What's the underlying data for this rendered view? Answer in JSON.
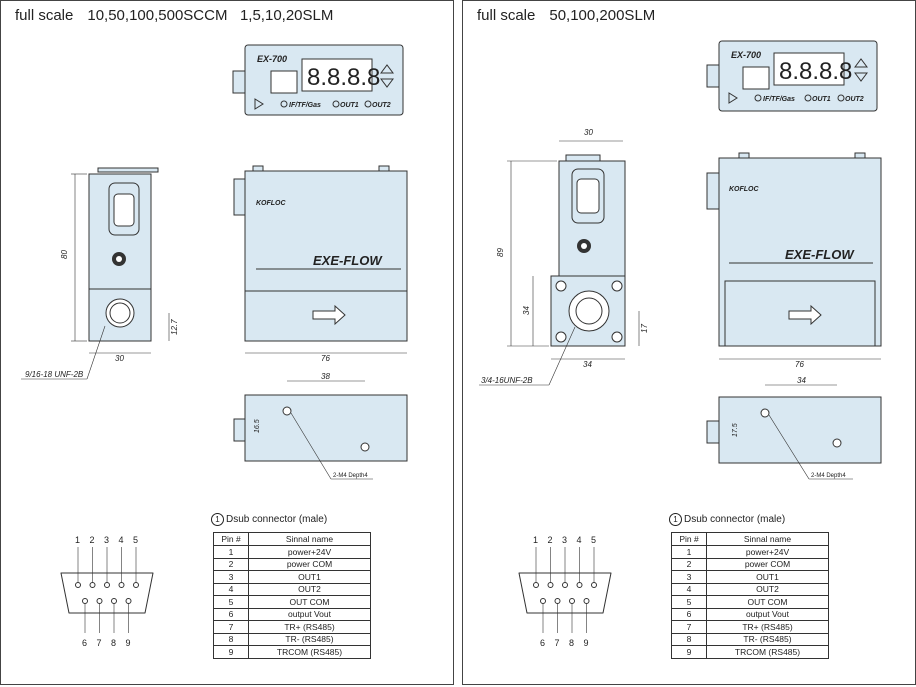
{
  "panels": [
    {
      "label": "full scale",
      "ranges": "10,50,100,500SCCM   1,5,10,20SLM",
      "display": {
        "model": "EX-700",
        "digits": "8.8.8.8",
        "buttons": "IF/TF/Gas",
        "out1": "OUT1",
        "out2": "OUT2"
      },
      "product": "EXE-FLOW",
      "brand": "KOFLOC",
      "dims": {
        "height": "80",
        "width": "30",
        "port_offset": "12.7",
        "length": "76",
        "hole_spacing": "38",
        "hole_offset": "16.5",
        "thread": "9/16-18 UNF-2B",
        "depth": "2-M4 Depth4"
      }
    },
    {
      "label": "full scale",
      "ranges": "50,100,200SLM",
      "display": {
        "model": "EX-700",
        "digits": "8.8.8.8",
        "buttons": "IF/TF/Gas",
        "out1": "OUT1",
        "out2": "OUT2"
      },
      "product": "EXE-FLOW",
      "brand": "KOFLOC",
      "dims": {
        "height": "89",
        "width": "30",
        "flange": "34",
        "flange_w": "34",
        "port_offset": "17",
        "length": "76",
        "hole_spacing": "34",
        "hole_offset": "17.5",
        "thread": "3/4-16UNF-2B",
        "depth": "2-M4 Depth4"
      }
    }
  ],
  "connector": {
    "title": "Dsub connector (male)",
    "num": "1",
    "top_pins": [
      "1",
      "2",
      "3",
      "4",
      "5"
    ],
    "bottom_pins": [
      "6",
      "7",
      "8",
      "9"
    ]
  },
  "table": {
    "headers": [
      "Pin #",
      "Sinnal name"
    ],
    "rows": [
      [
        "1",
        "power+24V"
      ],
      [
        "2",
        "power COM"
      ],
      [
        "3",
        "OUT1"
      ],
      [
        "4",
        "OUT2"
      ],
      [
        "5",
        "OUT COM"
      ],
      [
        "6",
        "output Vout"
      ],
      [
        "7",
        "TR+ (RS485)"
      ],
      [
        "8",
        "TR- (RS485)"
      ],
      [
        "9",
        "TRCOM (RS485)"
      ]
    ]
  },
  "colors": {
    "body": "#d9e8f2",
    "line": "#333333"
  }
}
